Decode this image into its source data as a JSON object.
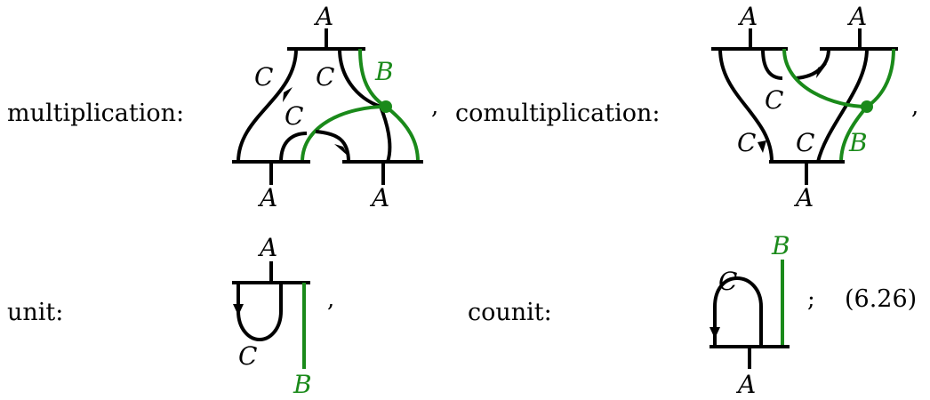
{
  "labels": {
    "multiplication": "multiplication:",
    "comultiplication": "comultiplication:",
    "unit": "unit:",
    "counit": "counit:"
  },
  "wire_labels": {
    "A": "A",
    "B": "B",
    "C": "C"
  },
  "punctuation": {
    "comma": ",",
    "semicolon": ";"
  },
  "equation_number": "(6.26)",
  "colors": {
    "black_wire": "#000000",
    "green_wire": "#1a8a1a"
  }
}
